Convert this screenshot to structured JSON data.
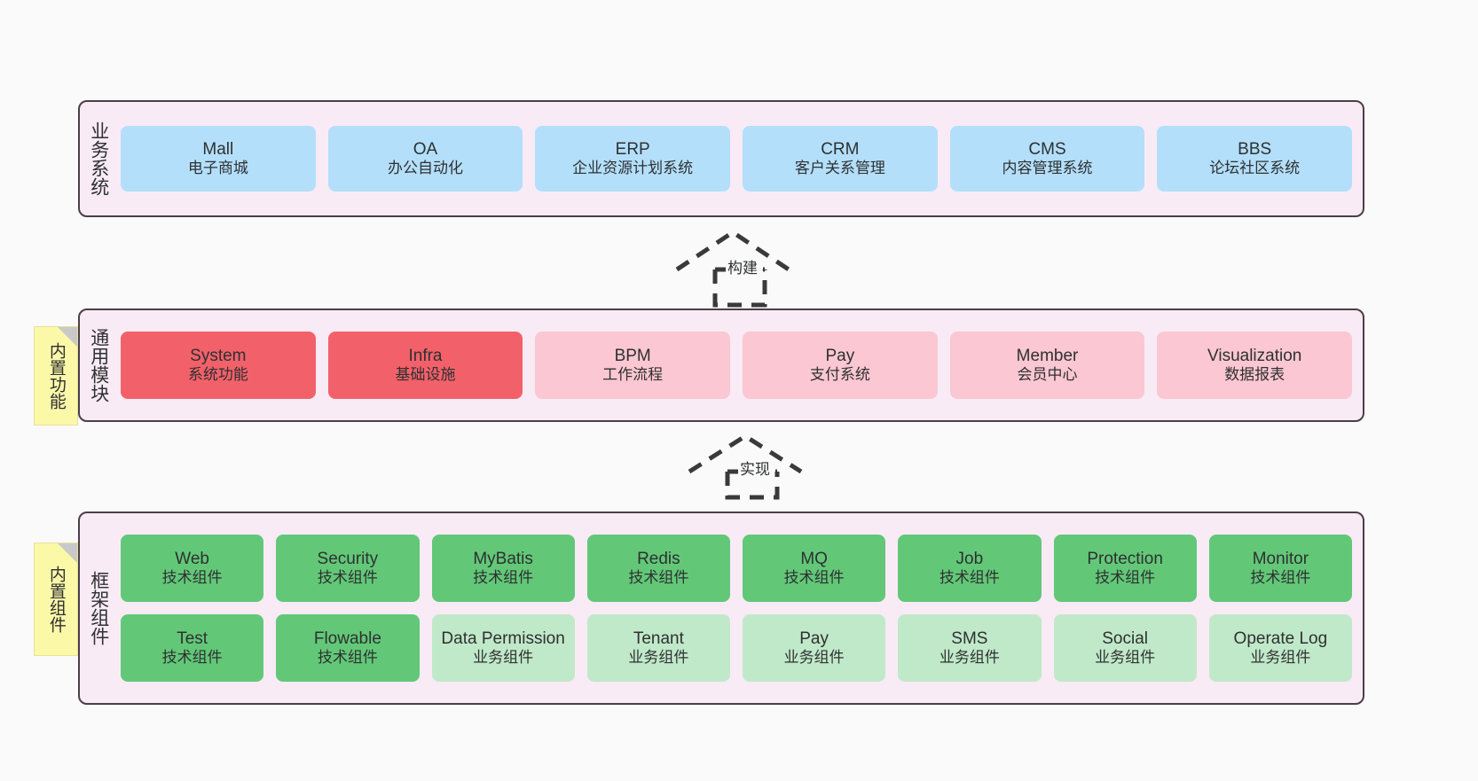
{
  "diagram": {
    "title": "",
    "colors": {
      "canvas": "#fafafa",
      "layer_background": "#F8EBF5",
      "layer_border": "#4A3F47",
      "business_card": "#B3DFFB",
      "core_module_card": "#F2616A",
      "module_card": "#FBC7D2",
      "tech_component_card": "#62C878",
      "biz_component_card": "#C0E9C9",
      "note": "#FBF8A8",
      "note_fold": "#C9C9C9"
    }
  },
  "layers": [
    {
      "id": "business-system",
      "label": "业务系统",
      "rows": [
        {
          "cards": [
            {
              "title": "Mall",
              "sub": "电子商城",
              "variant": "c-blue"
            },
            {
              "title": "OA",
              "sub": "办公自动化",
              "variant": "c-blue"
            },
            {
              "title": "ERP",
              "sub": "企业资源计划系统",
              "variant": "c-blue"
            },
            {
              "title": "CRM",
              "sub": "客户关系管理",
              "variant": "c-blue"
            },
            {
              "title": "CMS",
              "sub": "内容管理系统",
              "variant": "c-blue"
            },
            {
              "title": "BBS",
              "sub": "论坛社区系统",
              "variant": "c-blue"
            }
          ]
        }
      ]
    },
    {
      "id": "common-module",
      "label": "通用模块",
      "rows": [
        {
          "cards": [
            {
              "title": "System",
              "sub": "系统功能",
              "variant": "c-red"
            },
            {
              "title": "Infra",
              "sub": "基础设施",
              "variant": "c-red"
            },
            {
              "title": "BPM",
              "sub": "工作流程",
              "variant": "c-pink"
            },
            {
              "title": "Pay",
              "sub": "支付系统",
              "variant": "c-pink"
            },
            {
              "title": "Member",
              "sub": "会员中心",
              "variant": "c-pink"
            },
            {
              "title": "Visualization",
              "sub": "数据报表",
              "variant": "c-pink"
            }
          ]
        }
      ]
    },
    {
      "id": "framework-component",
      "label": "框架组件",
      "rows": [
        {
          "cards": [
            {
              "title": "Web",
              "sub": "技术组件",
              "variant": "c-green"
            },
            {
              "title": "Security",
              "sub": "技术组件",
              "variant": "c-green"
            },
            {
              "title": "MyBatis",
              "sub": "技术组件",
              "variant": "c-green"
            },
            {
              "title": "Redis",
              "sub": "技术组件",
              "variant": "c-green"
            },
            {
              "title": "MQ",
              "sub": "技术组件",
              "variant": "c-green"
            },
            {
              "title": "Job",
              "sub": "技术组件",
              "variant": "c-green"
            },
            {
              "title": "Protection",
              "sub": "技术组件",
              "variant": "c-green"
            },
            {
              "title": "Monitor",
              "sub": "技术组件",
              "variant": "c-green"
            }
          ]
        },
        {
          "cards": [
            {
              "title": "Test",
              "sub": "技术组件",
              "variant": "c-green"
            },
            {
              "title": "Flowable",
              "sub": "技术组件",
              "variant": "c-green"
            },
            {
              "title": "Data Permission",
              "sub": "业务组件",
              "variant": "c-greenlight"
            },
            {
              "title": "Tenant",
              "sub": "业务组件",
              "variant": "c-greenlight"
            },
            {
              "title": "Pay",
              "sub": "业务组件",
              "variant": "c-greenlight"
            },
            {
              "title": "SMS",
              "sub": "业务组件",
              "variant": "c-greenlight"
            },
            {
              "title": "Social",
              "sub": "业务组件",
              "variant": "c-greenlight"
            },
            {
              "title": "Operate Log",
              "sub": "业务组件",
              "variant": "c-greenlight"
            }
          ]
        }
      ]
    }
  ],
  "notes": [
    {
      "id": "builtin-feature",
      "label": "内置功能"
    },
    {
      "id": "builtin-component",
      "label": "内置组件"
    }
  ],
  "arrows": [
    {
      "id": "build",
      "label": "构建"
    },
    {
      "id": "implement",
      "label": "实现"
    }
  ]
}
